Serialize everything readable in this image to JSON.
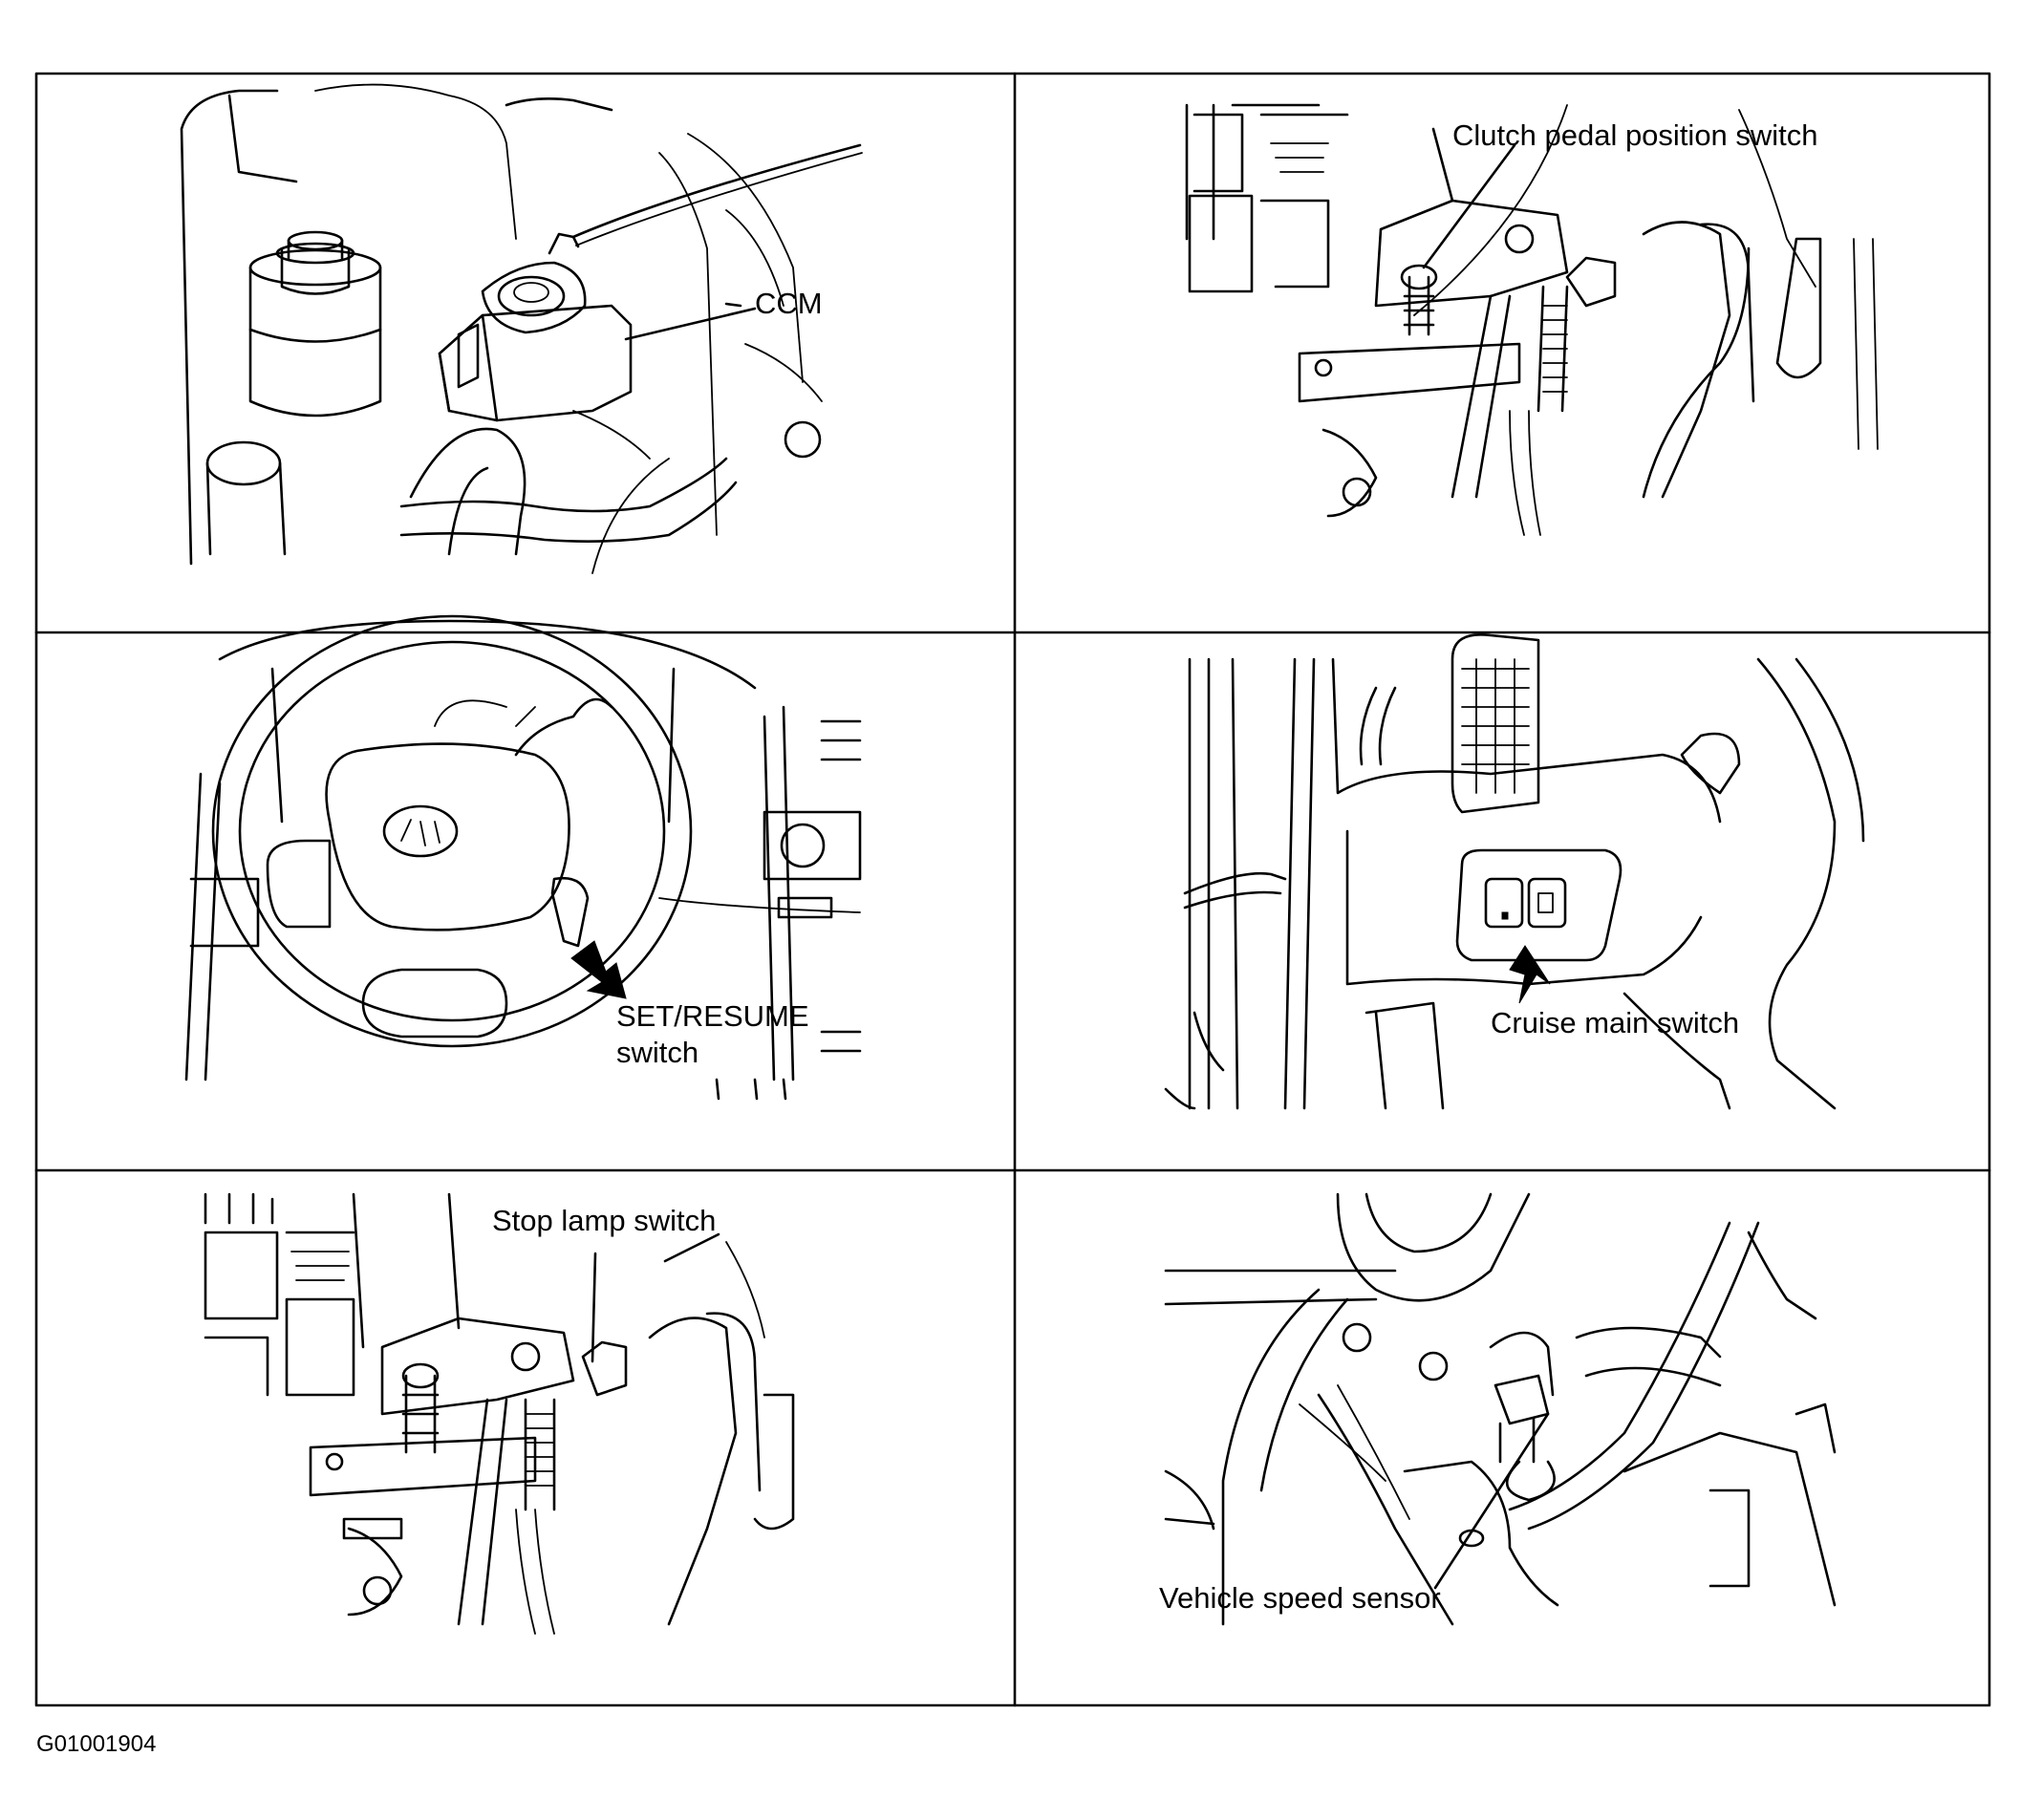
{
  "figure_code": "G01001904",
  "panels": [
    {
      "label": "CCM"
    },
    {
      "label": "Clutch pedal position switch"
    },
    {
      "label_line1": "SET/RESUME",
      "label_line2": "switch"
    },
    {
      "label": "Cruise main switch"
    },
    {
      "label": "Stop lamp switch"
    },
    {
      "label": "Vehicle speed sensor"
    }
  ],
  "colors": {
    "ink": "#000000",
    "paper": "#ffffff"
  }
}
